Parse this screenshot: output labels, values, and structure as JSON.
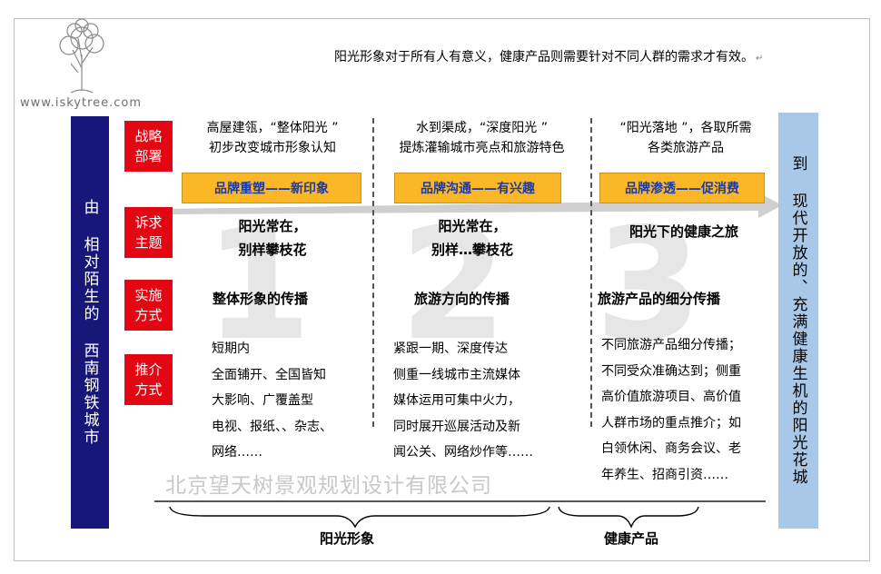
{
  "logo_site": "www.iskytree.com",
  "intro": "阳光形象对于所有人有意义，健康产品则需要针对不同人群的需求才有效。",
  "left_bar": "由 相对陌生的 西南钢铁城市",
  "right_bar": "到 现代开放的、充满健康生机的阳光花城",
  "rows": {
    "strategy": [
      "战略",
      "部署"
    ],
    "appeal": [
      "诉求",
      "主题"
    ],
    "method": [
      "实施",
      "方式"
    ],
    "promote": [
      "推介",
      "方式"
    ]
  },
  "columns": [
    {
      "number": "1",
      "strategy": [
        "高屋建瓴，“整体阳光 ”",
        "初步改变城市形象认知"
      ],
      "banner": "品牌重塑——新印象",
      "theme": [
        "阳光常在，",
        "别样攀枝花"
      ],
      "method": "整体形象的传播",
      "promote": [
        "短期内",
        "全面铺开、全国皆知",
        "大影响、广覆盖型",
        "电视、报纸、、杂志、",
        "网络……"
      ]
    },
    {
      "number": "2",
      "strategy": [
        "水到渠成，“深度阳光 ”",
        "提炼灌输城市亮点和旅游特色"
      ],
      "banner": "品牌沟通——有兴趣",
      "theme": [
        "阳光常在，",
        "别样…攀枝花"
      ],
      "method": "旅游方向的传播",
      "promote": [
        "紧跟一期、深度传达",
        "侧重一线城市主流媒体",
        "媒体运用可集中火力，",
        "同时展开巡展活动及新",
        "闻公关、网络炒作等……"
      ]
    },
    {
      "number": "3",
      "strategy": [
        "“阳光落地 ”，各取所需",
        "各类旅游产品"
      ],
      "banner": "品牌渗透——促消费",
      "theme": [
        "阳光下的健康之旅"
      ],
      "method": "旅游产品的细分传播",
      "promote": [
        "不同旅游产品细分传播；",
        "不同受众准确达到；侧重",
        "高价值旅游项目、高价值",
        "人群市场的重点推介；如",
        "白领休闲、商务会议、老",
        "年养生、招商引资……"
      ]
    }
  ],
  "watermark": "北京望天树景观规划设计有限公司",
  "bottom": {
    "left": "阳光形象",
    "right": "健康产品"
  },
  "colors": {
    "navy": "#17177a",
    "red": "#e30613",
    "yellow": "#fbb725",
    "light_blue": "#a9c8e8",
    "banner_text": "#1a3aa8"
  }
}
